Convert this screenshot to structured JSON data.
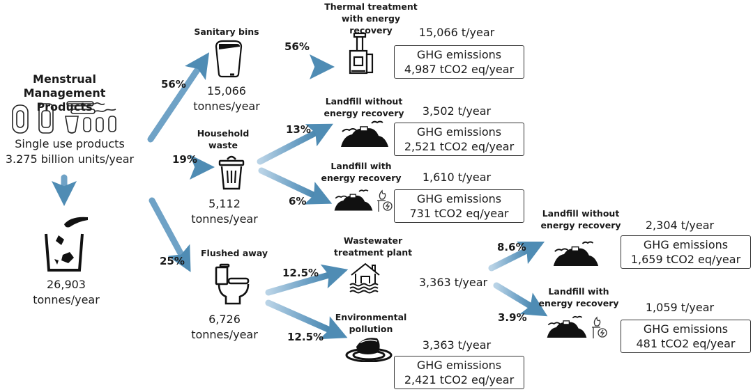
{
  "source": {
    "title": "Menstrual Management Products",
    "subtitle_line1": "Single use products",
    "subtitle_line2": "3.275 billion units/year",
    "total_value": "26,903",
    "total_unit": "tonnes/year",
    "icons": [
      "sanitary-pads-icon",
      "tampons-icon",
      "menstrual-cup-icon",
      "waste-bin-icon"
    ]
  },
  "streams": {
    "sanitary_bins": {
      "label": "Sanitary bins",
      "share": "56%",
      "value": "15,066",
      "unit": "tonnes/year",
      "icon": "sanitary-bin-icon"
    },
    "household_waste": {
      "label_line1": "Household",
      "label_line2": "waste",
      "share": "19%",
      "value": "5,112",
      "unit": "tonnes/year",
      "icon": "trash-can-icon"
    },
    "flushed_away": {
      "label": "Flushed away",
      "share": "25%",
      "value": "6,726",
      "unit": "tonnes/year",
      "icon": "toilet-icon"
    }
  },
  "destinations": {
    "thermal": {
      "label_line1": "Thermal treatment",
      "label_line2": "with energy recovery",
      "share": "56%",
      "mass": "15,066 t/year",
      "ghg_label": "GHG emissions",
      "ghg_value": "4,987 tCO2 eq/year",
      "icon": "incinerator-icon"
    },
    "hh_landfill_no_er": {
      "label_line1": "Landfill without",
      "label_line2": "energy recovery",
      "share": "13%",
      "mass": "3,502 t/year",
      "ghg_label": "GHG emissions",
      "ghg_value": "2,521 tCO2 eq/year",
      "icon": "landfill-icon"
    },
    "hh_landfill_er": {
      "label_line1": "Landfill with",
      "label_line2": "energy recovery",
      "share": "6%",
      "mass": "1,610 t/year",
      "ghg_label": "GHG emissions",
      "ghg_value": "731 tCO2 eq/year",
      "icon": "landfill-energy-icon"
    },
    "wwtp": {
      "label_line1": "Wastewater",
      "label_line2": "treatment plant",
      "share": "12.5%",
      "mass": "3,363 t/year",
      "icon": "wastewater-plant-icon"
    },
    "pollution": {
      "label_line1": "Environmental",
      "label_line2": "pollution",
      "share": "12.5%",
      "mass": "3,363 t/year",
      "ghg_label": "GHG emissions",
      "ghg_value": "2,421 tCO2 eq/year",
      "icon": "pollution-icon"
    },
    "ww_landfill_no_er": {
      "label_line1": "Landfill without",
      "label_line2": "energy recovery",
      "share": "8.6%",
      "mass": "2,304 t/year",
      "ghg_label": "GHG emissions",
      "ghg_value": "1,659 tCO2 eq/year",
      "icon": "landfill-icon"
    },
    "ww_landfill_er": {
      "label_line1": "Landfill with",
      "label_line2": "energy recovery",
      "share": "3.9%",
      "mass": "1,059 t/year",
      "ghg_label": "GHG emissions",
      "ghg_value": "481 tCO2 eq/year",
      "icon": "landfill-energy-icon"
    }
  },
  "colors": {
    "arrow_dark": "#3f7fa8",
    "arrow_light": "#b9d3e6",
    "text": "#1a1a1a",
    "box_border": "#333333"
  }
}
